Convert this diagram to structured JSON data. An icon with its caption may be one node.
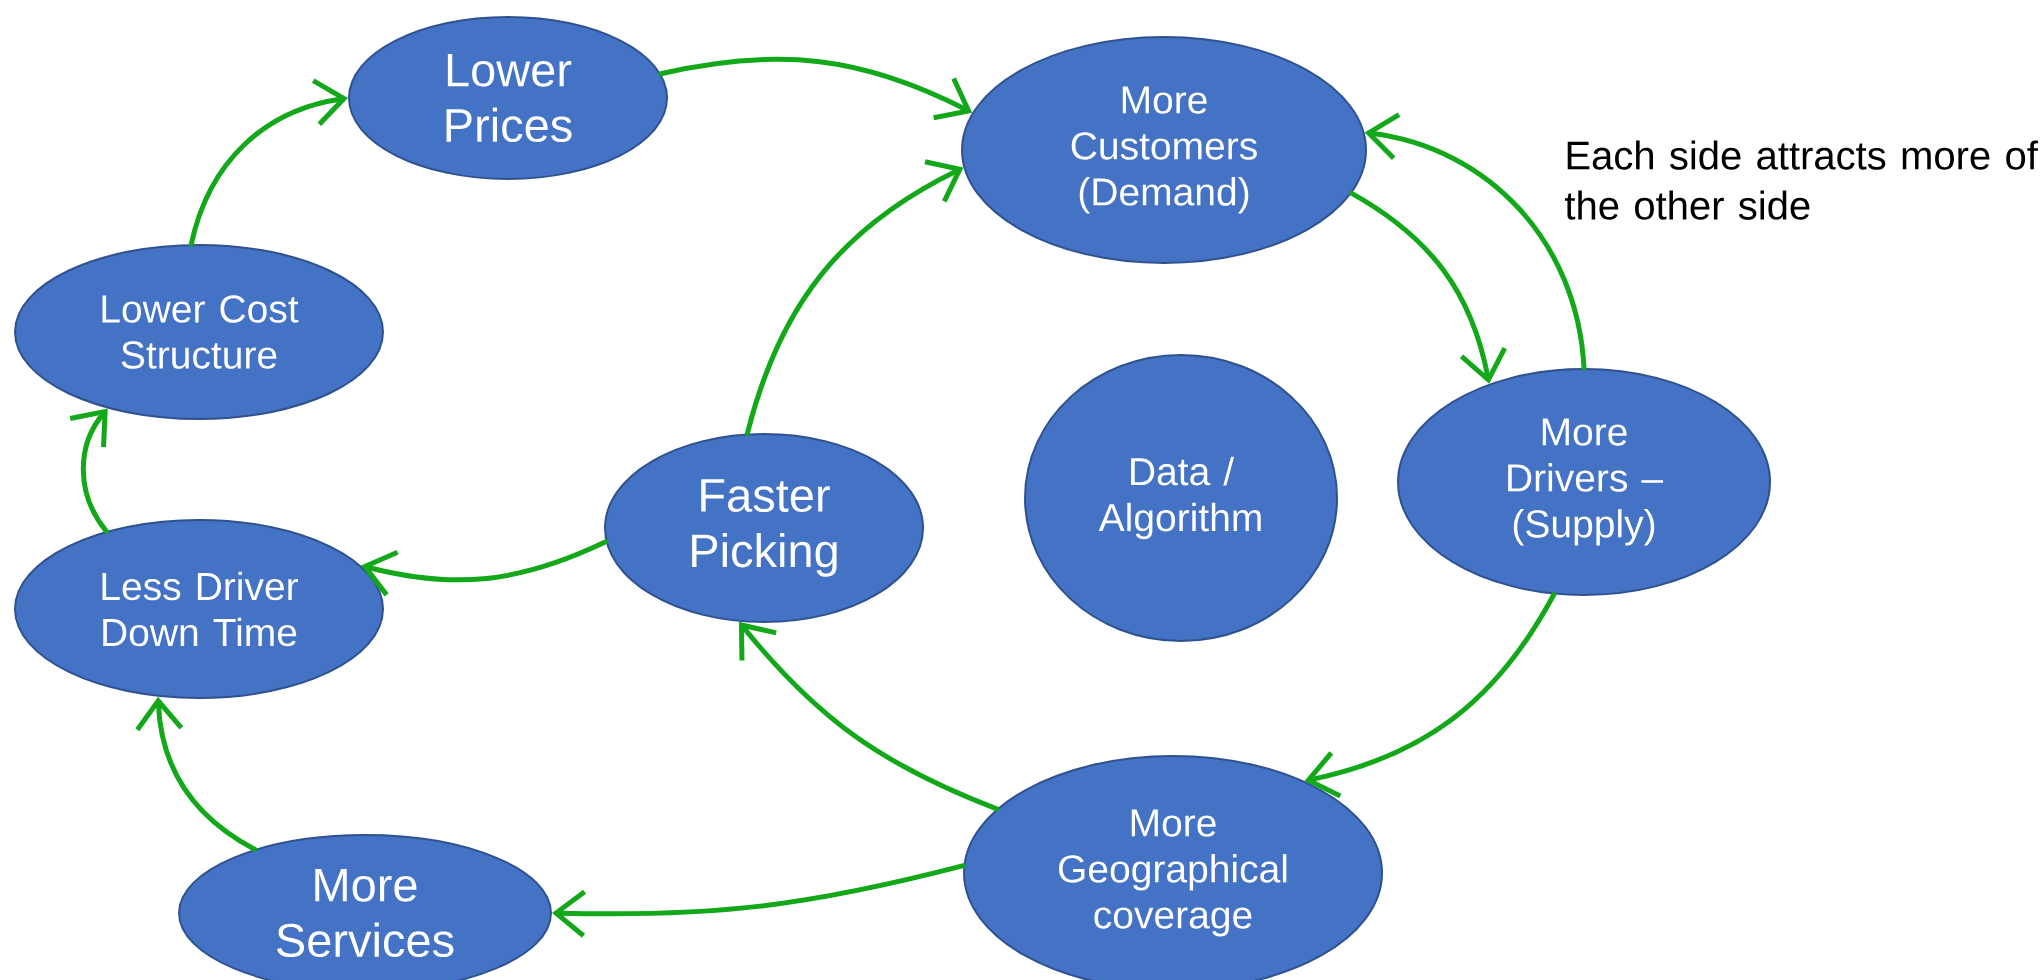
{
  "diagram": {
    "nodes": [
      {
        "text": [
          "Lower Prices"
        ]
      },
      {
        "text": [
          "More Customers (Demand)"
        ]
      },
      {
        "text": [
          "Lower Cost Structure"
        ]
      },
      {
        "text": [
          "Faster Picking"
        ]
      },
      {
        "text": [
          "Data / Algorithm"
        ]
      },
      {
        "text": [
          "More Drivers – (Supply)"
        ]
      },
      {
        "text": [
          "Less Driver Down Time"
        ]
      },
      {
        "text": [
          "More Services"
        ]
      },
      {
        "text": [
          "More Geographical coverage"
        ]
      }
    ],
    "edges": [
      {
        "from": 0,
        "to": 1,
        "arrow": "to"
      },
      {
        "from": 1,
        "to": 5,
        "arrow": "to"
      },
      {
        "from": 5,
        "to": 1,
        "arrow": "to"
      },
      {
        "from": 5,
        "to": 8,
        "arrow": "to"
      },
      {
        "from": 8,
        "to": 3,
        "arrow": "to"
      },
      {
        "from": 8,
        "to": 7,
        "arrow": "to"
      },
      {
        "from": 3,
        "to": 1,
        "arrow": "to"
      },
      {
        "from": 3,
        "to": 6,
        "arrow": "to"
      },
      {
        "from": 7,
        "to": 6,
        "arrow": "to"
      },
      {
        "from": 6,
        "to": 2,
        "arrow": "to"
      },
      {
        "from": 2,
        "to": 0,
        "arrow": "to"
      }
    ],
    "labels": [
      "Each side attracts more of the other side"
    ]
  }
}
